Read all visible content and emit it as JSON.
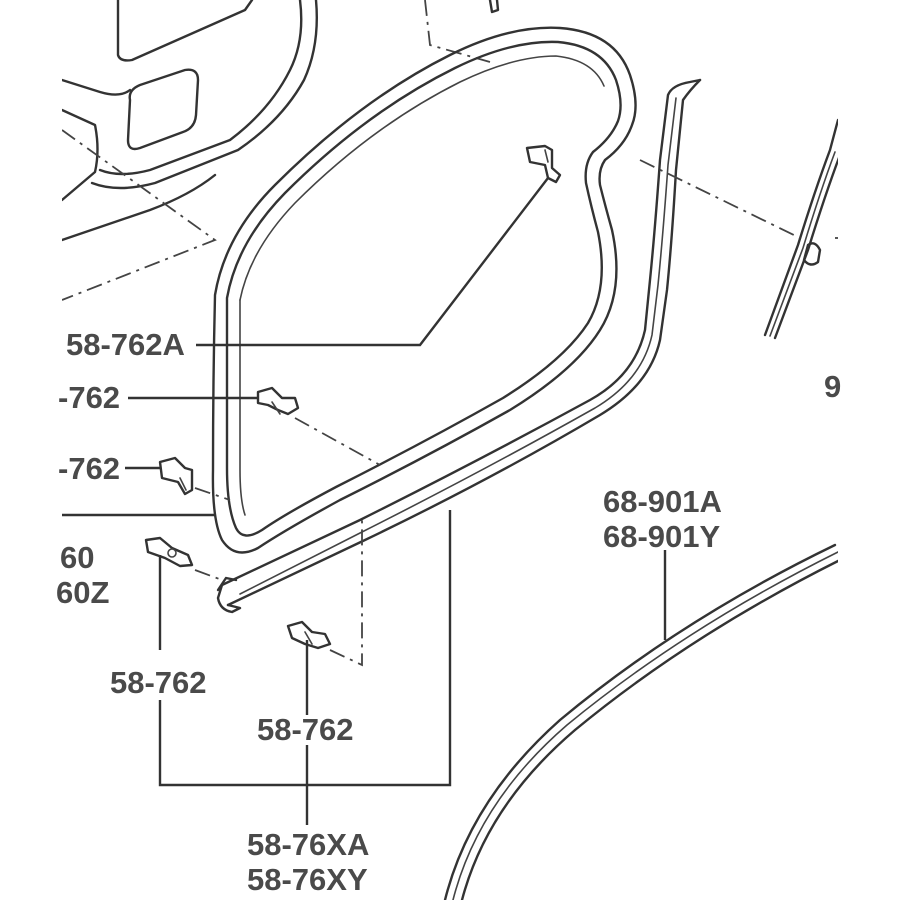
{
  "labels": {
    "clip_upper_right": "58-762A",
    "clip_left_upper": "-762",
    "clip_left_lower": "-762",
    "partial_left_1": "60",
    "partial_left_2": "60Z",
    "clip_bottom_left": "58-762",
    "clip_bottom_mid": "58-762",
    "weatherstrip_1": "58-76XA",
    "weatherstrip_2": "58-76XY",
    "molding_1": "68-901A",
    "molding_2": "68-901Y",
    "partial_right": "9"
  }
}
